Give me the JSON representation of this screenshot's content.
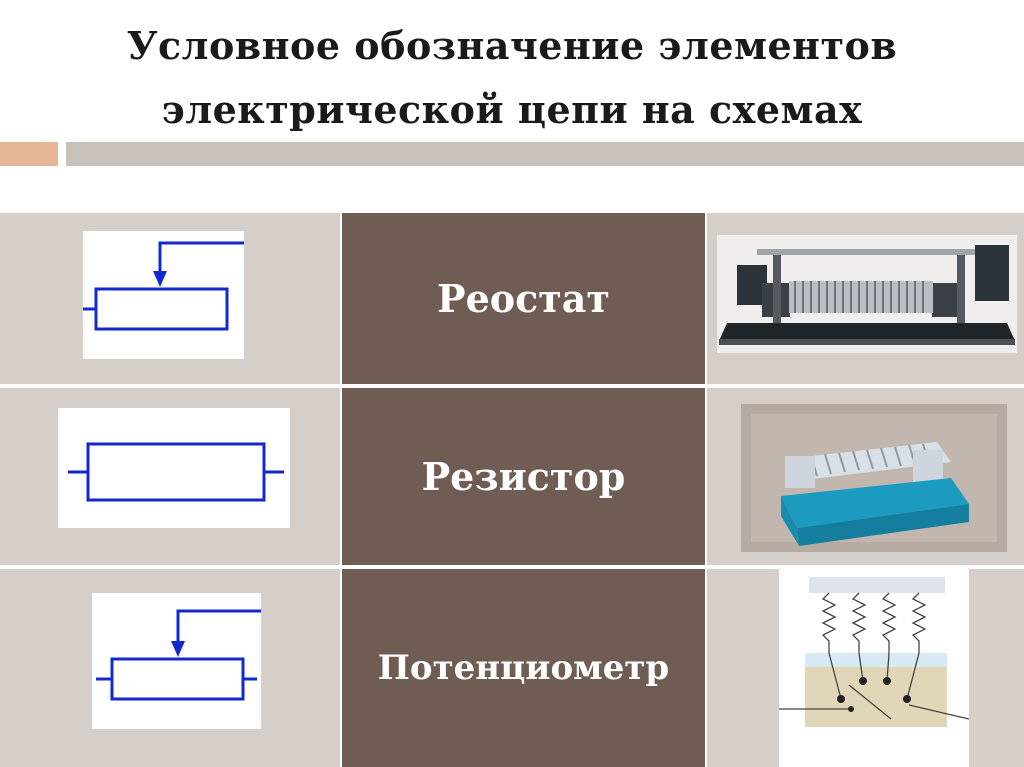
{
  "title": {
    "line1": "Условное обозначение  элементов",
    "line2": "электрической цепи на схемах"
  },
  "rows": [
    {
      "name": "Реостат"
    },
    {
      "name": "Резистор"
    },
    {
      "name": "Потенциометр"
    }
  ],
  "colors": {
    "symbol_stroke": "#1428d0",
    "name_cell_bg": "#6f5d53",
    "side_cell_bg": "#d6cfc9",
    "accent_bar": "#e6b596",
    "main_bar": "#c9c2bb"
  }
}
